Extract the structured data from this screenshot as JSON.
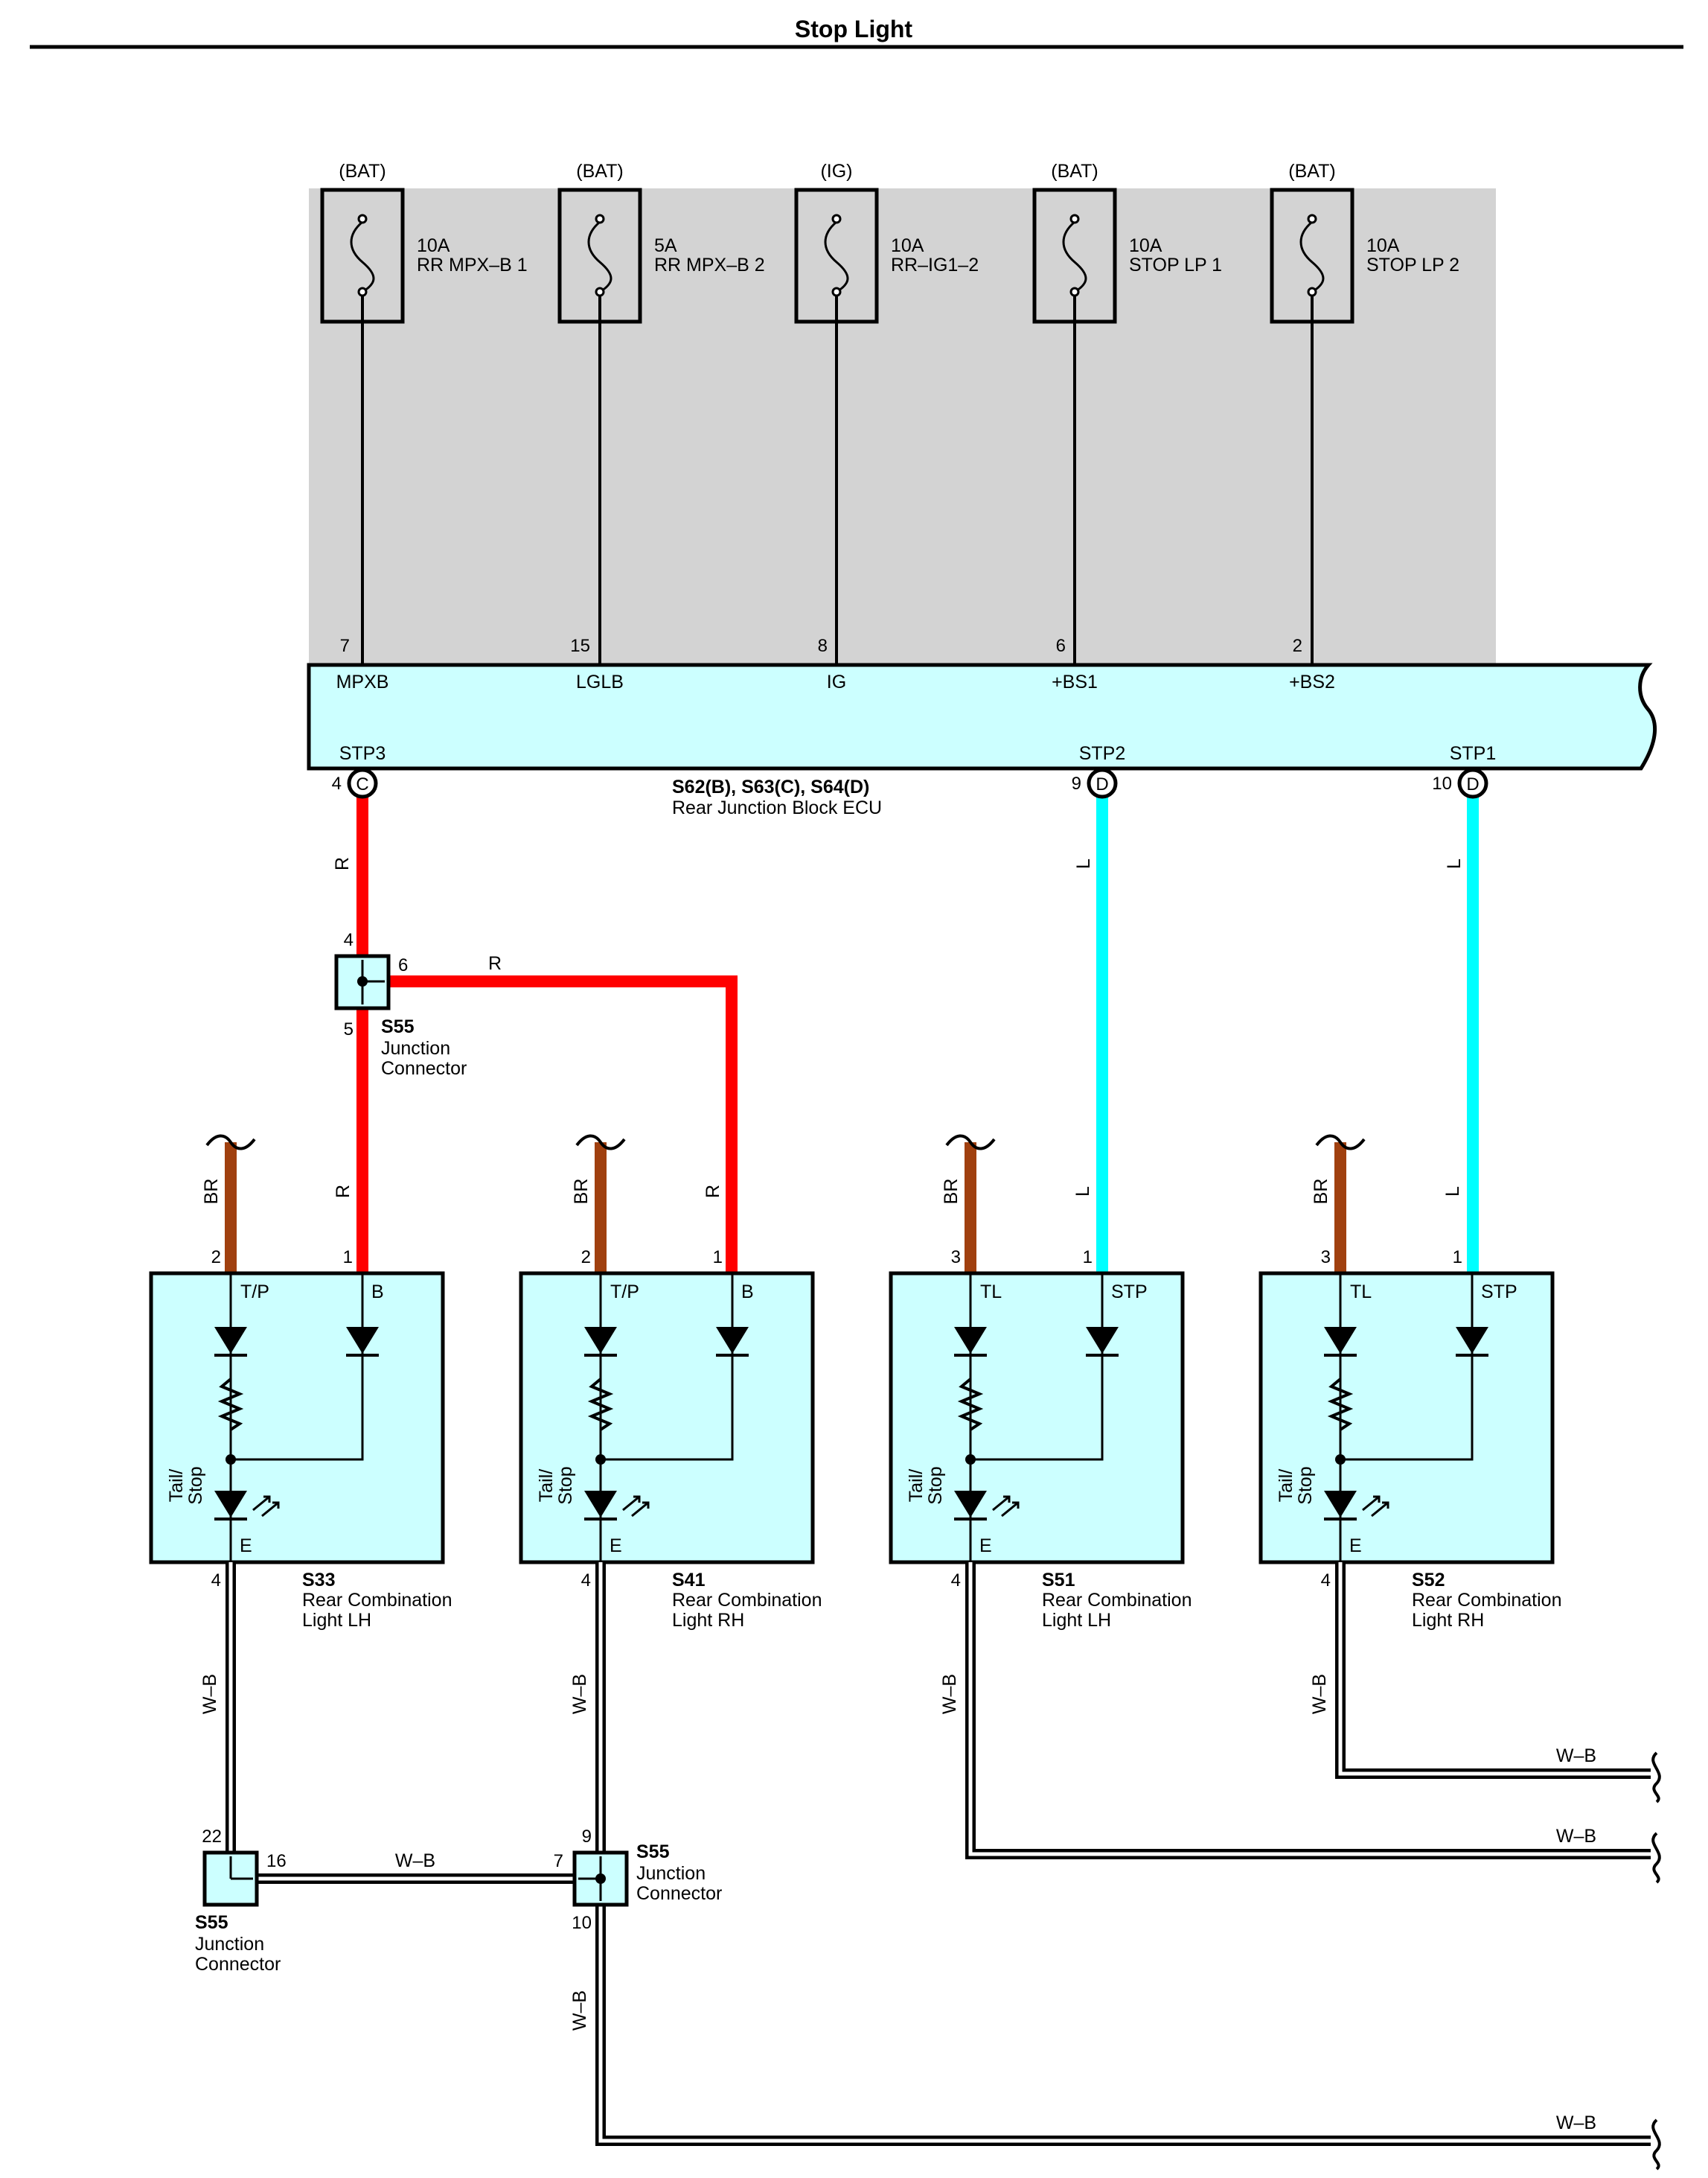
{
  "title": "Stop Light",
  "fuses": [
    {
      "source": "(BAT)",
      "rating": "10A",
      "name": "RR MPX–B 1",
      "pin": "7",
      "terminal": "MPXB"
    },
    {
      "source": "(BAT)",
      "rating": "5A",
      "name": "RR MPX–B 2",
      "pin": "15",
      "terminal": "LGLB"
    },
    {
      "source": "(IG)",
      "rating": "10A",
      "name": "RR–IG1–2",
      "pin": "8",
      "terminal": "IG"
    },
    {
      "source": "(BAT)",
      "rating": "10A",
      "name": "STOP LP 1",
      "pin": "6",
      "terminal": "+BS1"
    },
    {
      "source": "(BAT)",
      "rating": "10A",
      "name": "STOP LP 2",
      "pin": "2",
      "terminal": "+BS2"
    }
  ],
  "ecu": {
    "ids": "S62(B), S63(C), S64(D)",
    "name": "Rear Junction Block ECU",
    "outputs": [
      {
        "terminal": "STP3",
        "pin": "4",
        "connector": "C",
        "wire_color": "R"
      },
      {
        "terminal": "STP2",
        "pin": "9",
        "connector": "D",
        "wire_color": "L"
      },
      {
        "terminal": "STP1",
        "pin": "10",
        "connector": "D",
        "wire_color": "L"
      }
    ]
  },
  "junction_top": {
    "id": "S55",
    "line1": "Junction",
    "line2": "Connector",
    "pin_in": "4",
    "pin_right": "6",
    "pin_down": "5",
    "branch_color": "R"
  },
  "lamps": [
    {
      "id": "S33",
      "name1": "Rear Combination",
      "name2": "Light LH",
      "pin_tail": "2",
      "pin_stop": "1",
      "term_tail": "T/P",
      "term_stop": "B",
      "tail_color": "BR",
      "stop_color": "R",
      "pin_ground": "4",
      "ground_label": "E",
      "led_label1": "Tail/",
      "led_label2": "Stop",
      "ground_color": "W–B"
    },
    {
      "id": "S41",
      "name1": "Rear Combination",
      "name2": "Light RH",
      "pin_tail": "2",
      "pin_stop": "1",
      "term_tail": "T/P",
      "term_stop": "B",
      "tail_color": "BR",
      "stop_color": "R",
      "pin_ground": "4",
      "ground_label": "E",
      "led_label1": "Tail/",
      "led_label2": "Stop",
      "ground_color": "W–B"
    },
    {
      "id": "S51",
      "name1": "Rear Combination",
      "name2": "Light LH",
      "pin_tail": "3",
      "pin_stop": "1",
      "term_tail": "TL",
      "term_stop": "STP",
      "tail_color": "BR",
      "stop_color": "L",
      "pin_ground": "4",
      "ground_label": "E",
      "led_label1": "Tail/",
      "led_label2": "Stop",
      "ground_color": "W–B"
    },
    {
      "id": "S52",
      "name1": "Rear Combination",
      "name2": "Light RH",
      "pin_tail": "3",
      "pin_stop": "1",
      "term_tail": "TL",
      "term_stop": "STP",
      "tail_color": "BR",
      "stop_color": "L",
      "pin_ground": "4",
      "ground_label": "E",
      "led_label1": "Tail/",
      "led_label2": "Stop",
      "ground_color": "W–B"
    }
  ],
  "junction_left": {
    "id": "S55",
    "line1": "Junction",
    "line2": "Connector",
    "pin_top": "22",
    "pin_right": "16"
  },
  "junction_right": {
    "id": "S55",
    "line1": "Junction",
    "line2": "Connector",
    "pin_top": "9",
    "pin_left": "7",
    "pin_bottom": "10"
  },
  "ground_wire_labels": {
    "link": "W–B",
    "out1": "W–B",
    "out2": "W–B",
    "out3": "W–B",
    "vertical_bottom": "W–B"
  },
  "colors": {
    "red_wire": "#ff0000",
    "blue_wire": "#00ffff",
    "brown_wire": "#a0400f",
    "ecu_fill": "#ccffff",
    "fuse_panel": "#d3d3d3",
    "component_fill": "#ccffff"
  }
}
